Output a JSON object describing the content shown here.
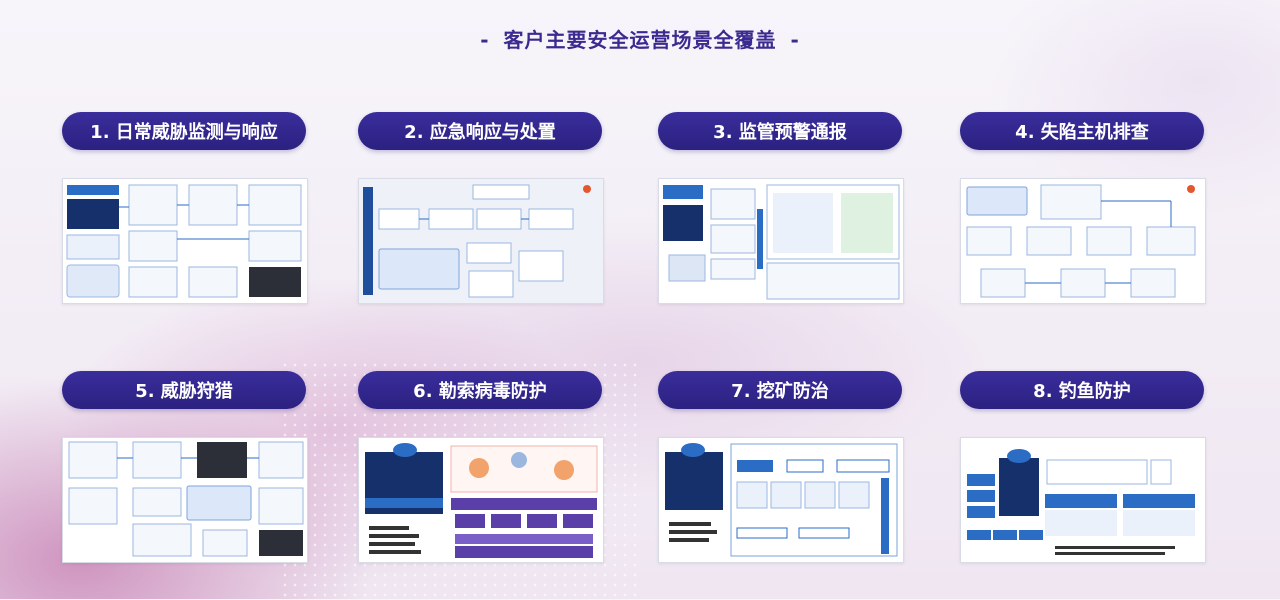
{
  "title": {
    "dash_left": "-",
    "text": "客户主要安全运营场景全覆盖",
    "dash_right": "-"
  },
  "colors": {
    "pill": "#2f2590",
    "title": "#3b2a8f",
    "diagram_blue": "#2b6cc4",
    "diagram_dark": "#16306b"
  },
  "scenarios": [
    {
      "label": "1. 日常威胁监测与响应"
    },
    {
      "label": "2. 应急响应与处置"
    },
    {
      "label": "3. 监管预警通报"
    },
    {
      "label": "4. 失陷主机排查"
    },
    {
      "label": "5. 威胁狩猎"
    },
    {
      "label": "6. 勒索病毒防护"
    },
    {
      "label": "7. 挖矿防治"
    },
    {
      "label": "8. 钓鱼防护"
    }
  ]
}
